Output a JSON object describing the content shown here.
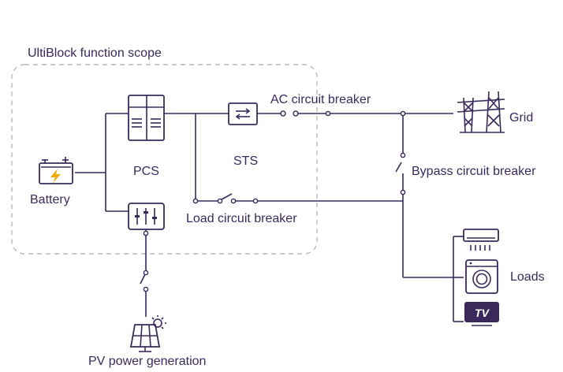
{
  "scope": {
    "title": "UltiBlock function scope"
  },
  "nodes": {
    "battery": "Battery",
    "pcs": "PCS",
    "sts": "STS",
    "grid": "Grid",
    "loads": "Loads",
    "pv": "PV power generation"
  },
  "breakers": {
    "ac": "AC circuit breaker",
    "bypass": "Bypass circuit breaker",
    "load": "Load circuit breaker"
  },
  "icons": {
    "battery": "battery-icon",
    "pcs": "pcs-cabinet-icon",
    "combiner": "combiner-cabinet-icon",
    "sts": "sts-switch-icon",
    "grid": "transmission-tower-icon",
    "air_conditioner": "air-conditioner-icon",
    "washing_machine": "washing-machine-icon",
    "tv": "tv-icon",
    "solar": "solar-panel-icon"
  },
  "colors": {
    "line": "#3a2a5c",
    "scope_border": "#b9b9b9",
    "battery_bolt": "#f2a900"
  }
}
